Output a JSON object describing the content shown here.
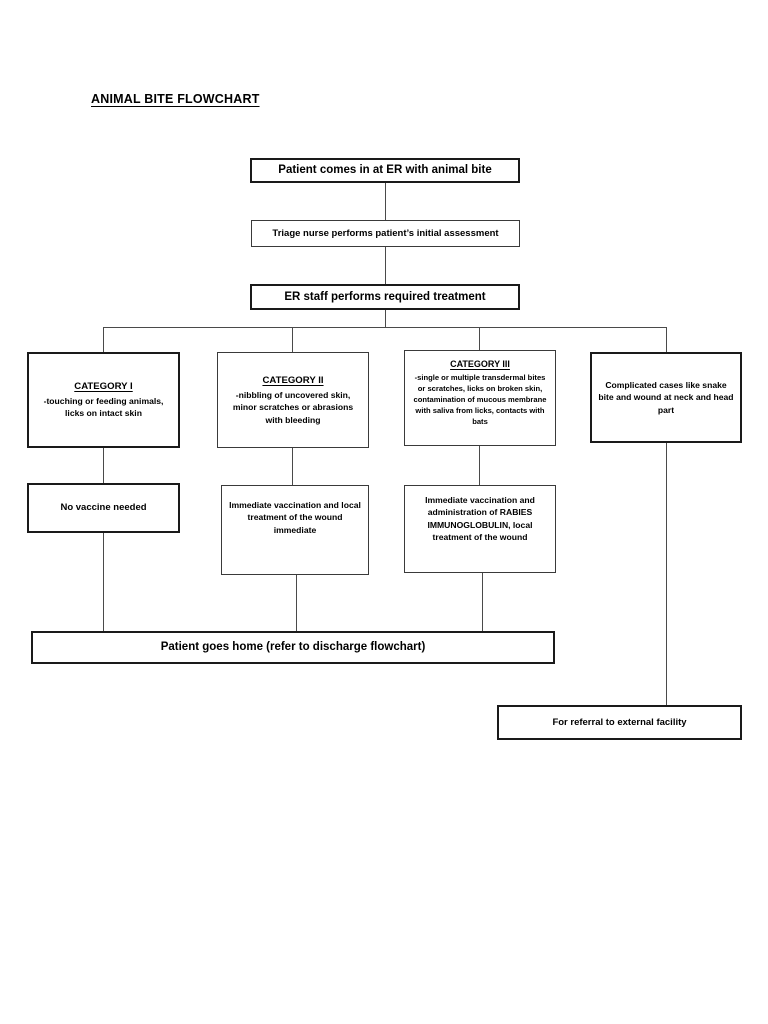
{
  "document": {
    "title": "ANIMAL BITE FLOWCHART"
  },
  "flowchart": {
    "type": "flowchart",
    "nodes": {
      "arrival": "Patient comes in at ER with animal bite",
      "triage": "Triage nurse performs patient’s initial assessment",
      "treatment": "ER staff performs required treatment",
      "category1_head": "CATEGORY I",
      "category1_body": "-touching or feeding animals, licks on intact skin",
      "category2_head": "CATEGORY II",
      "category2_body": "-nibbling of uncovered skin, minor scratches or abrasions with bleeding",
      "category3_head": "CATEGORY III",
      "category3_body": "-single or multiple transdermal bites or scratches, licks on broken skin, contamination of mucous membrane with saliva from licks, contacts with bats",
      "complicated": "Complicated cases like snake bite and wound at neck and head part",
      "no_vaccine": "No vaccine needed",
      "vaccination": "Immediate vaccination and local treatment of the wound immediate",
      "vaccination_rig": "Immediate vaccination and administration of RABIES IMMUNOGLOBULIN, local treatment of the wound",
      "discharge": "Patient goes home (refer to discharge flowchart)",
      "referral": "For referral to external facility"
    }
  },
  "colors": {
    "background": "#ffffff",
    "text": "#000000",
    "border": "#3a3a3a",
    "border_heavy": "#1a1a1a",
    "connector": "#4a4a4a"
  }
}
